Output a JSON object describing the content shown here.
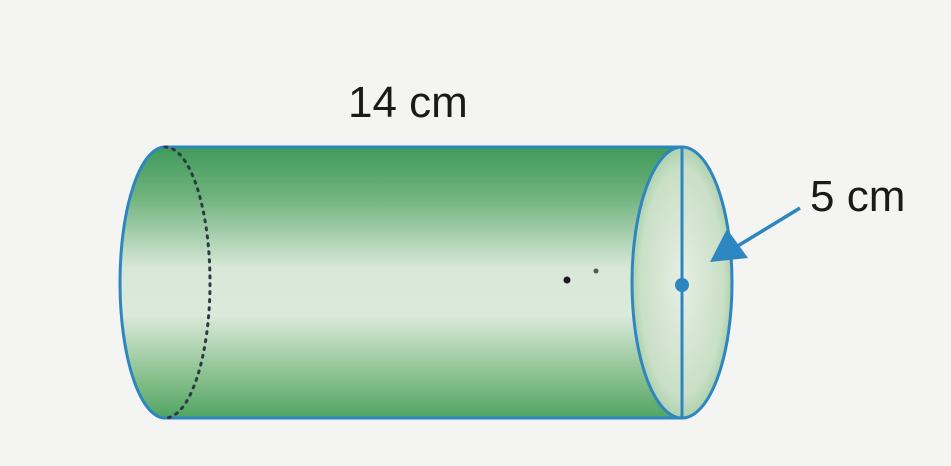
{
  "figure": {
    "shape": "cylinder",
    "length_label": "14 cm",
    "diameter_label": "5 cm",
    "colors": {
      "background": "#f4f4f2",
      "body_dark": "#3f9a5a",
      "body_light": "#dcebdc",
      "outline": "#2e86c1",
      "label": "#1a1a1a"
    }
  }
}
